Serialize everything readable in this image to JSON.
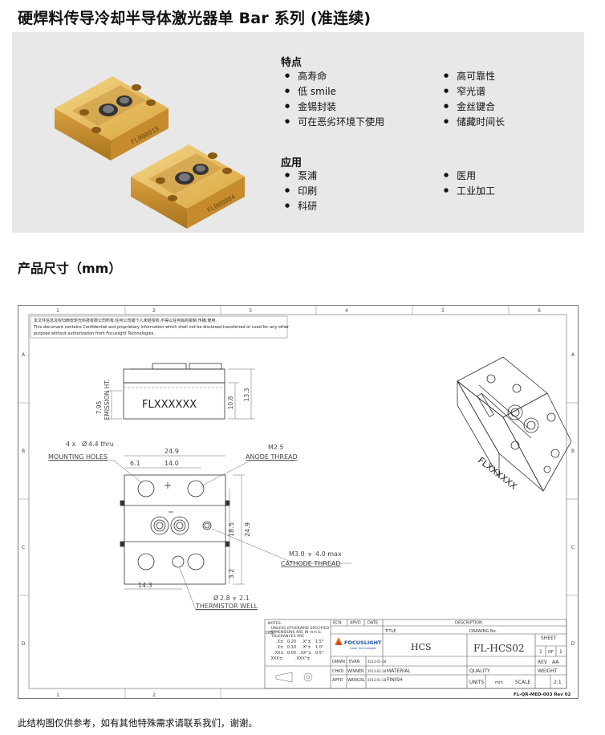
{
  "title": "硬焊料传导冷却半导体激光器单 Bar 系列 (准连续)",
  "features_heading": "特点",
  "features_left": [
    "高寿命",
    "低 smile",
    "金锡封装",
    "可在恶劣环境下使用"
  ],
  "features_right": [
    "高可靠性",
    "窄光谱",
    "金丝键合",
    "储藏时间长"
  ],
  "apps_heading": "应用",
  "apps_left": [
    "泵浦",
    "印刷",
    "科研"
  ],
  "apps_right": [
    "医用",
    "工业加工"
  ],
  "photo_labels": [
    "FL000018",
    "FL000004"
  ],
  "dims_heading": "产品尺寸（mm）",
  "drawing": {
    "col_numbers": [
      "1",
      "2",
      "3",
      "4",
      "5",
      "6"
    ],
    "row_letters": [
      "A",
      "B",
      "C",
      "D"
    ],
    "confidential_cn": "本文件信息及权归西安炬光科技有限公司所有,任何公司或个人未经授权,不得以任何目的复制,传播,使用.",
    "confidential_en1": "This document contains Confidential and proprietary information which shall not be disclosed,transferred or used for any other",
    "confidential_en2": "purpose without authorization from Focuslight Technologies.",
    "part_label": "FLXXXXXX",
    "dim_emission": "7.95",
    "dim_emission_label": "EMISSION HT.",
    "dim_10_8": "10.8",
    "dim_13_3": "13.3",
    "holes_count": "4 x",
    "holes_dia": "4.4 thru",
    "holes_label": "MOUNTING HOLES",
    "dim_24_9_w": "24.9",
    "dim_6_1": "6.1",
    "dim_14_0": "14.0",
    "anode_size": "M2.5",
    "anode_label": "ANODE THREAD",
    "dim_18_5": "18.5",
    "dim_24_9_h": "24.9",
    "cathode_size": "M3.0",
    "cathode_depth": "4.0 max",
    "cathode_label": "CATHODE THREAD",
    "dim_3_2": "3.2",
    "dim_14_3": "14.3",
    "well_dia": "2.8",
    "well_depth": "2.1",
    "well_label": "THERMISTOR WELL",
    "tb_notes": "NOTES:",
    "tb_unless": "UNLESS OTHERWISE SPECIFIED",
    "tb_dims": "DIMENSIONS ARE IN mm &",
    "tb_tol": "TOLERANCES ARE",
    "tb_dec": "DEC",
    "tb_tol_rows": [
      [
        ".X±",
        "0.20",
        ".X°±",
        "1.5°"
      ],
      [
        ".X±",
        "0.10",
        ".X°±",
        "1.0°"
      ],
      [
        ".XX±",
        "0.05",
        ".XX°±",
        "0.5°"
      ],
      [
        ".XXX±",
        "",
        ".XXX°±",
        ""
      ]
    ],
    "tb_ecn": "ECN",
    "tb_apvd": "APVD",
    "tb_date": "DATE",
    "tb_desc": "DESCRIPTION",
    "tb_title_lbl": "TITLE",
    "tb_title": "HCS",
    "tb_drawno_lbl": "DRAWING No.",
    "tb_drawno": "FL-HCS02",
    "tb_sheet_lbl": "SHEET",
    "tb_sheet1": "1",
    "tb_of": "OF",
    "tb_sheet2": "1",
    "tb_rev_lbl": "REV",
    "tb_rev": "AA",
    "tb_brand": "FOCUSLIGHT",
    "tb_brand_sub": "Laser Technologies",
    "tb_drwn_lbl": "DRWN",
    "tb_drwn": "EVAN",
    "tb_drwn_date": "2013-01-18",
    "tb_chkd_lbl": "CHKD",
    "tb_chkd": "WINNER",
    "tb_chkd_date": "2013-01-18",
    "tb_appd_lbl": "APPD",
    "tb_appd": "WANGXL",
    "tb_appd_date": "2013-01-18",
    "tb_material": "MATERIAL",
    "tb_finish": "FINISH",
    "tb_quality": "QUALITY",
    "tb_weight": "WEIGHT",
    "tb_units": "UNITS",
    "tb_units_val": "mm",
    "tb_scale": "SCALE",
    "tb_scale_val": "2:1",
    "form_no": "FL-QR-MED-003 Rev 02"
  },
  "footer_note": "此结构图仅供参考，如有其他特殊需求请联系我们，谢谢。"
}
